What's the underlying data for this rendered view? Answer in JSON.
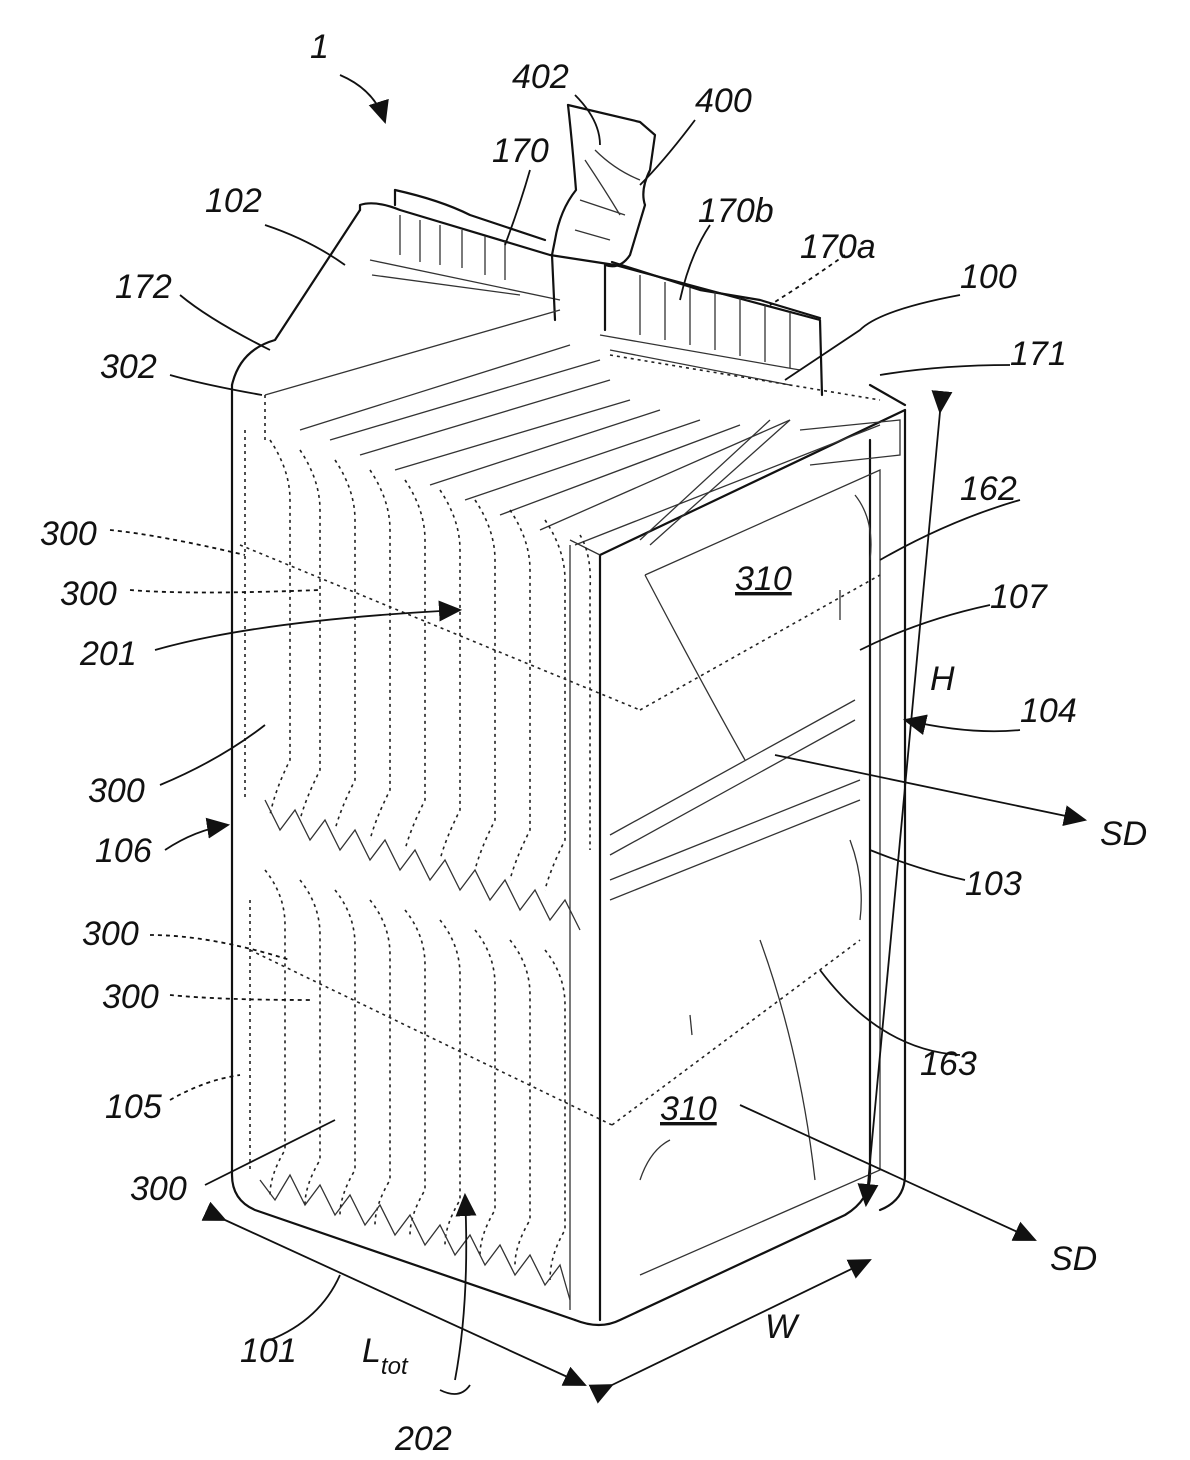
{
  "figure": {
    "labels": {
      "l1": "1",
      "l402": "402",
      "l400": "400",
      "l170": "170",
      "l170b": "170b",
      "l170a": "170a",
      "l102": "102",
      "l100": "100",
      "l172": "172",
      "l171": "171",
      "l302": "302",
      "l162": "162",
      "l300a": "300",
      "l310a": "310",
      "l107": "107",
      "l300b": "300",
      "l201": "201",
      "lH": "H",
      "l104": "104",
      "l300c": "300",
      "lSD1": "SD",
      "l106": "106",
      "l103": "103",
      "l300d": "300",
      "l300e": "300",
      "l163": "163",
      "l105": "105",
      "l310b": "310",
      "l300f": "300",
      "lSD2": "SD",
      "lW": "W",
      "l101": "101",
      "lLtot": "L",
      "lLtotSub": "tot",
      "l202": "202"
    }
  }
}
